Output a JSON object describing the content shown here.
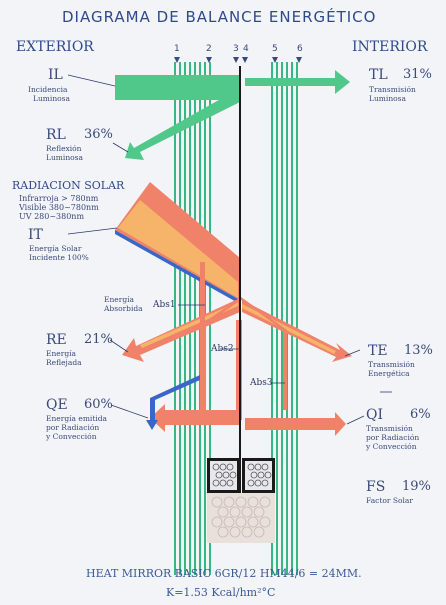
{
  "title": "DIAGRAMA DE BALANCE ENERGÉTICO",
  "side_left": "EXTERIOR",
  "side_right": "INTERIOR",
  "layers": [
    "1",
    "2",
    "3",
    "4",
    "5",
    "6"
  ],
  "il": {
    "code": "IL",
    "desc": [
      "Incidencia",
      "Luminosa"
    ]
  },
  "tl": {
    "code": "TL",
    "value": "31%",
    "desc": [
      "Transmisión",
      "Luminosa"
    ]
  },
  "rl": {
    "code": "RL",
    "value": "36%",
    "desc": [
      "Reflexión",
      "Luminosa"
    ]
  },
  "solar": {
    "heading": "RADIACION SOLAR",
    "spec": [
      "Infrarroja  > 780nm",
      "Visible  380~780nm",
      "UV  280~380nm"
    ]
  },
  "it": {
    "code": "IT",
    "desc": [
      "Energía Solar",
      "Incidente 100%"
    ]
  },
  "absorbed": {
    "desc": [
      "Energía",
      "Absorbida"
    ],
    "abs1": "Abs1",
    "abs2": "Abs2",
    "abs3": "Abs3"
  },
  "re": {
    "code": "RE",
    "value": "21%",
    "desc": [
      "Energía",
      "Reflejada"
    ]
  },
  "te": {
    "code": "TE",
    "value": "13%",
    "desc": [
      "Transmisión",
      "Energética"
    ]
  },
  "qe": {
    "code": "QE",
    "value": "60%",
    "desc": [
      "Energía emitida",
      "por Radiación",
      "y Convección"
    ]
  },
  "qi": {
    "code": "QI",
    "value": "6%",
    "desc": [
      "Transmisión",
      "por Radiación",
      "y Convección"
    ]
  },
  "fs": {
    "code": "FS",
    "value": "19%",
    "desc": [
      "Factor Solar"
    ]
  },
  "footer": {
    "line1": "HEAT MIRROR BASIC 6GR/12 HM44/6 = 24MM.",
    "line2": "K=1.53 Kcal/hm²°C"
  },
  "colors": {
    "green": "#4fc88a",
    "salmon": "#f0826a",
    "orange": "#f6b46a",
    "blue": "#3a66c8",
    "text": "#2f4a8a"
  }
}
